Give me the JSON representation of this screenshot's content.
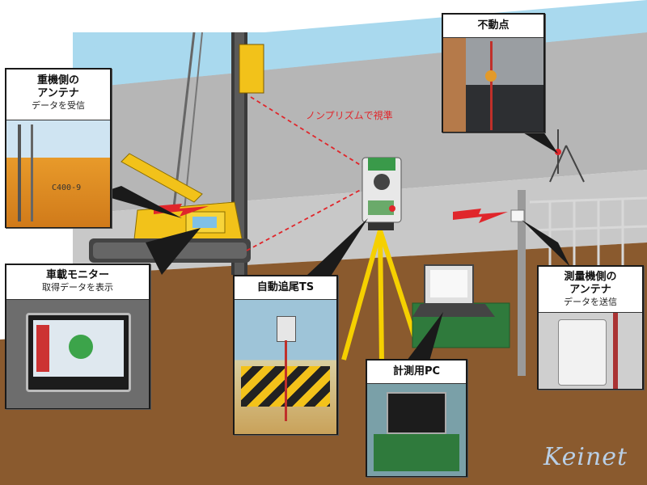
{
  "los_label": "ノンプリズムで視準",
  "callouts": {
    "crane_antenna": {
      "title_line1": "重機側の",
      "title_line2": "アンテナ",
      "sub": "データを受信"
    },
    "monitor": {
      "title": "車載モニター",
      "sub": "取得データを表示"
    },
    "total_station": {
      "title": "自動追尾TS"
    },
    "pc": {
      "title": "計測用PC"
    },
    "survey_antenna": {
      "title_line1": "測量機側の",
      "title_line2": "アンテナ",
      "sub": "データを送信"
    },
    "benchmark": {
      "title": "不動点"
    }
  },
  "crane_plate": "C400-9",
  "logo": "Keinet",
  "colors": {
    "sky": "#a9d9ee",
    "wall": "#b4b4b4",
    "ground": "#8a5a2e",
    "ground_dark": "#6e4422",
    "crane": "#f2c21a",
    "accent_red": "#e0262b",
    "device_green": "#2f7a3c"
  }
}
